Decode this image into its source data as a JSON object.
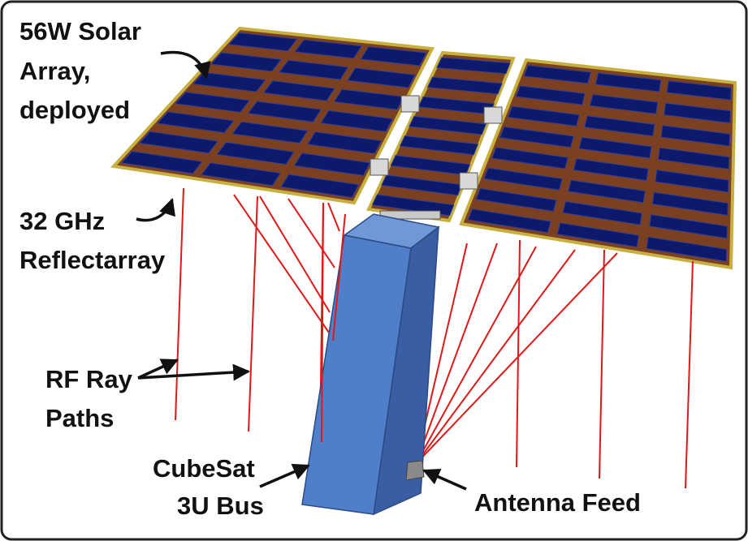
{
  "labels": {
    "solar": [
      "56W Solar",
      "Array,",
      "deployed"
    ],
    "reflectarray": [
      "32 GHz",
      "Reflectarray"
    ],
    "rf": [
      "RF Ray",
      "Paths"
    ],
    "cubesat": [
      "CubeSat",
      "3U Bus"
    ],
    "feed": "Antenna Feed"
  },
  "colors": {
    "panel_cell": "#0d1a6b",
    "panel_cell_edge": "#2a3c9c",
    "panel_frame": "#a0582c",
    "panel_border": "#c8b040",
    "bus_front": "#4f7fc8",
    "bus_side": "#3a5ea3",
    "bus_top": "#6e98d8",
    "ray": "#e01818",
    "frame_border": "#222222"
  },
  "icons": [
    "arrow-icon"
  ]
}
